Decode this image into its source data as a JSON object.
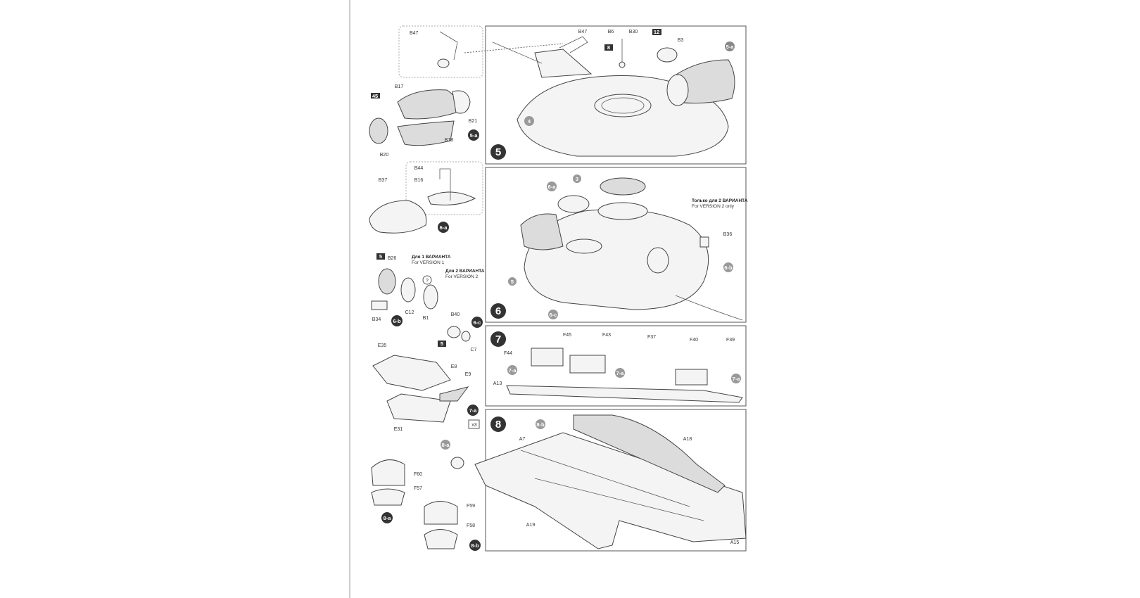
{
  "steps": {
    "s5": "5",
    "s6": "6",
    "s7": "7",
    "s8": "8"
  },
  "badges": {
    "b5a": "5-a",
    "b4": "4",
    "b12": "12",
    "b8": "8",
    "b45": "45",
    "b6a": "6-a",
    "b3": "3",
    "b6b": "6-b",
    "b5": "5",
    "b6c": "6-c",
    "b7a": "7-a",
    "b8a": "8-a",
    "b8b": "8-b",
    "star5": "5",
    "x3": "x3",
    "q": "?"
  },
  "parts": {
    "B47": "B47",
    "B6": "B6",
    "B30": "B30",
    "B3": "B3",
    "B17": "B17",
    "B21": "B21",
    "B18": "B18",
    "B20": "B20",
    "B44": "B44",
    "B16": "B16",
    "B37": "B37",
    "B36": "B36",
    "B26": "B26",
    "C12": "C12",
    "B1": "B1",
    "B34": "B34",
    "B40": "B40",
    "C7": "C7",
    "E35": "E35",
    "E8": "E8",
    "E9": "E9",
    "E31": "E31",
    "F44": "F44",
    "F45": "F45",
    "F43": "F43",
    "F37": "F37",
    "F40": "F40",
    "F39": "F39",
    "A13": "A13",
    "A7": "A7",
    "A18": "A18",
    "A19": "A19",
    "A15": "A15",
    "F60": "F60",
    "F57": "F57",
    "F59": "F59",
    "F58": "F58"
  },
  "notes": {
    "v2only_ru": "Только для 2 ВАРИАНТА",
    "v2only_en": "For VERSION 2 only",
    "v1_ru": "Для 1 ВАРИАНТА",
    "v1_en": "For VERSION 1",
    "v2_ru": "Для 2 ВАРИАНТА",
    "v2_en": "For VERSION 2"
  }
}
